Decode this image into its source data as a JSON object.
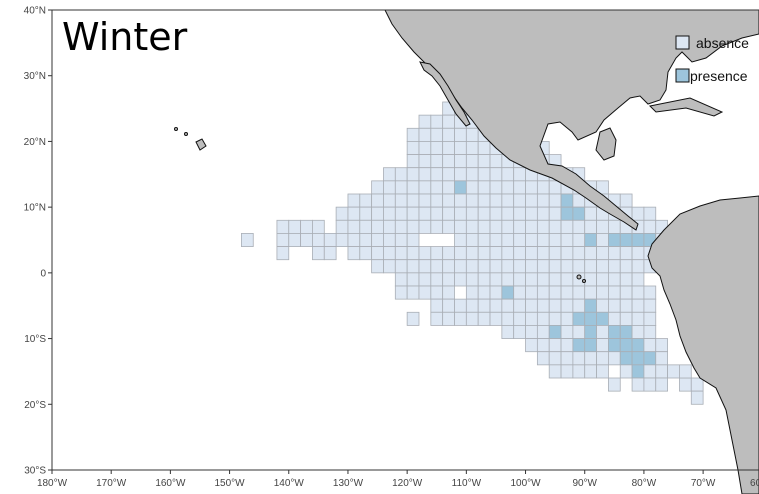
{
  "title": "Winter",
  "legend": [
    {
      "key": "absence",
      "label": "absence",
      "color": "#dde7f3"
    },
    {
      "key": "presence",
      "label": "presence",
      "color": "#9dc5dc"
    }
  ],
  "colors": {
    "land": "#bdbdbd",
    "coast": "#111111",
    "cell_border": "#a9aeb5",
    "background": "#ffffff"
  },
  "axes": {
    "x_ticks": [
      {
        "value": -180,
        "label": "180°W"
      },
      {
        "value": -170,
        "label": "170°W"
      },
      {
        "value": -160,
        "label": "160°W"
      },
      {
        "value": -150,
        "label": "150°W"
      },
      {
        "value": -140,
        "label": "140°W"
      },
      {
        "value": -130,
        "label": "130°W"
      },
      {
        "value": -120,
        "label": "120°W"
      },
      {
        "value": -110,
        "label": "110°W"
      },
      {
        "value": -100,
        "label": "100°W"
      },
      {
        "value": -90,
        "label": "90°W"
      },
      {
        "value": -80,
        "label": "80°W"
      },
      {
        "value": -70,
        "label": "70°W"
      },
      {
        "value": -60,
        "label": "60°W"
      }
    ],
    "y_ticks": [
      {
        "value": 40,
        "label": "40°N"
      },
      {
        "value": 30,
        "label": "30°N"
      },
      {
        "value": 20,
        "label": "20°N"
      },
      {
        "value": 10,
        "label": "10°N"
      },
      {
        "value": 0,
        "label": "0"
      },
      {
        "value": -10,
        "label": "10°S"
      },
      {
        "value": -20,
        "label": "20°S"
      },
      {
        "value": -30,
        "label": "30°S"
      }
    ],
    "lon_range": [
      -180,
      -60
    ],
    "lat_range": [
      -30,
      40
    ]
  },
  "grid": {
    "cell_size_deg": 2,
    "rows": [
      {
        "lat": 24,
        "lon_from": -114,
        "lon_to": -104
      },
      {
        "lat": 22,
        "lon_from": -118,
        "lon_to": -102
      },
      {
        "lat": 20,
        "lon_from": -120,
        "lon_to": -100
      },
      {
        "lat": 18,
        "lon_from": -120,
        "lon_to": -98
      },
      {
        "lat": 16,
        "lon_from": -120,
        "lon_to": -96
      },
      {
        "lat": 14,
        "lon_from": -124,
        "lon_to": -92
      },
      {
        "lat": 12,
        "lon_from": -126,
        "lon_to": -88
      },
      {
        "lat": 10,
        "lon_from": -130,
        "lon_to": -84
      },
      {
        "lat": 8,
        "lon_from": -132,
        "lon_to": -80
      },
      {
        "lat": 6,
        "lon_from": -132,
        "lon_to": -78
      },
      {
        "lat": 4,
        "lon_from": -132,
        "lon_to": -78
      },
      {
        "lat": 2,
        "lon_from": -130,
        "lon_to": -78
      },
      {
        "lat": 0,
        "lon_from": -124,
        "lon_to": -80
      },
      {
        "lat": -2,
        "lon_from": -122,
        "lon_to": -82
      },
      {
        "lat": -4,
        "lon_from": -122,
        "lon_to": -80
      },
      {
        "lat": -6,
        "lon_from": -116,
        "lon_to": -80
      },
      {
        "lat": -8,
        "lon_from": -116,
        "lon_to": -80
      },
      {
        "lat": -10,
        "lon_from": -104,
        "lon_to": -80
      },
      {
        "lat": -12,
        "lon_from": -100,
        "lon_to": -78
      },
      {
        "lat": -14,
        "lon_from": -98,
        "lon_to": -78
      },
      {
        "lat": -16,
        "lon_from": -96,
        "lon_to": -76
      },
      {
        "lat": -18,
        "lon_from": -86,
        "lon_to": -76
      }
    ],
    "extra_absence": [
      [
        -148,
        4
      ],
      [
        -142,
        6
      ],
      [
        -140,
        6
      ],
      [
        -138,
        6
      ],
      [
        -136,
        6
      ],
      [
        -142,
        4
      ],
      [
        -140,
        4
      ],
      [
        -138,
        4
      ],
      [
        -136,
        4
      ],
      [
        -134,
        4
      ],
      [
        -142,
        2
      ],
      [
        -136,
        2
      ],
      [
        -134,
        2
      ],
      [
        -126,
        0
      ],
      [
        -120,
        -8
      ],
      [
        -110,
        -8
      ],
      [
        -108,
        -8
      ],
      [
        -106,
        -8
      ],
      [
        -126,
        12
      ],
      [
        -122,
        12
      ],
      [
        -120,
        14
      ],
      [
        -118,
        12
      ],
      [
        -128,
        10
      ],
      [
        -74,
        -18
      ],
      [
        -72,
        -18
      ],
      [
        -72,
        -20
      ],
      [
        -74,
        -16
      ]
    ],
    "holes": [
      [
        -118,
        4
      ],
      [
        -116,
        4
      ],
      [
        -114,
        4
      ],
      [
        -112,
        -4
      ],
      [
        -76,
        -18
      ],
      [
        -86,
        -16
      ],
      [
        -84,
        -18
      ]
    ],
    "presence": [
      [
        -112,
        12
      ],
      [
        -94,
        10
      ],
      [
        -94,
        8
      ],
      [
        -92,
        8
      ],
      [
        -90,
        4
      ],
      [
        -86,
        4
      ],
      [
        -84,
        4
      ],
      [
        -82,
        4
      ],
      [
        -80,
        4
      ],
      [
        -104,
        -4
      ],
      [
        -90,
        -6
      ],
      [
        -92,
        -8
      ],
      [
        -90,
        -8
      ],
      [
        -88,
        -8
      ],
      [
        -90,
        -10
      ],
      [
        -96,
        -10
      ],
      [
        -92,
        -12
      ],
      [
        -90,
        -12
      ],
      [
        -86,
        -10
      ],
      [
        -84,
        -10
      ],
      [
        -86,
        -12
      ],
      [
        -84,
        -12
      ],
      [
        -82,
        -12
      ],
      [
        -84,
        -14
      ],
      [
        -82,
        -14
      ],
      [
        -80,
        -14
      ],
      [
        -82,
        -16
      ]
    ]
  }
}
